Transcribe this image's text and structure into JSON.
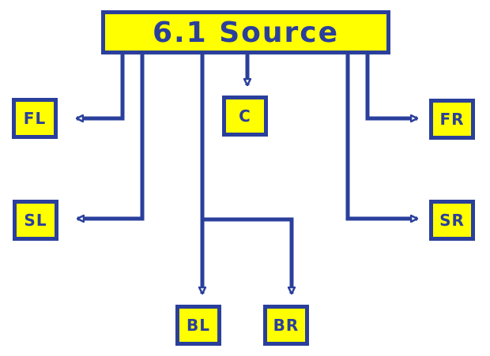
{
  "source": {
    "label": "6.1 Source"
  },
  "channels": {
    "fl": "FL",
    "c": "C",
    "fr": "FR",
    "sl": "SL",
    "sr": "SR",
    "bl": "BL",
    "br": "BR"
  },
  "colors": {
    "box_fill": "#ffff00",
    "stroke": "#2a3f9c",
    "background": "#ffffff"
  }
}
